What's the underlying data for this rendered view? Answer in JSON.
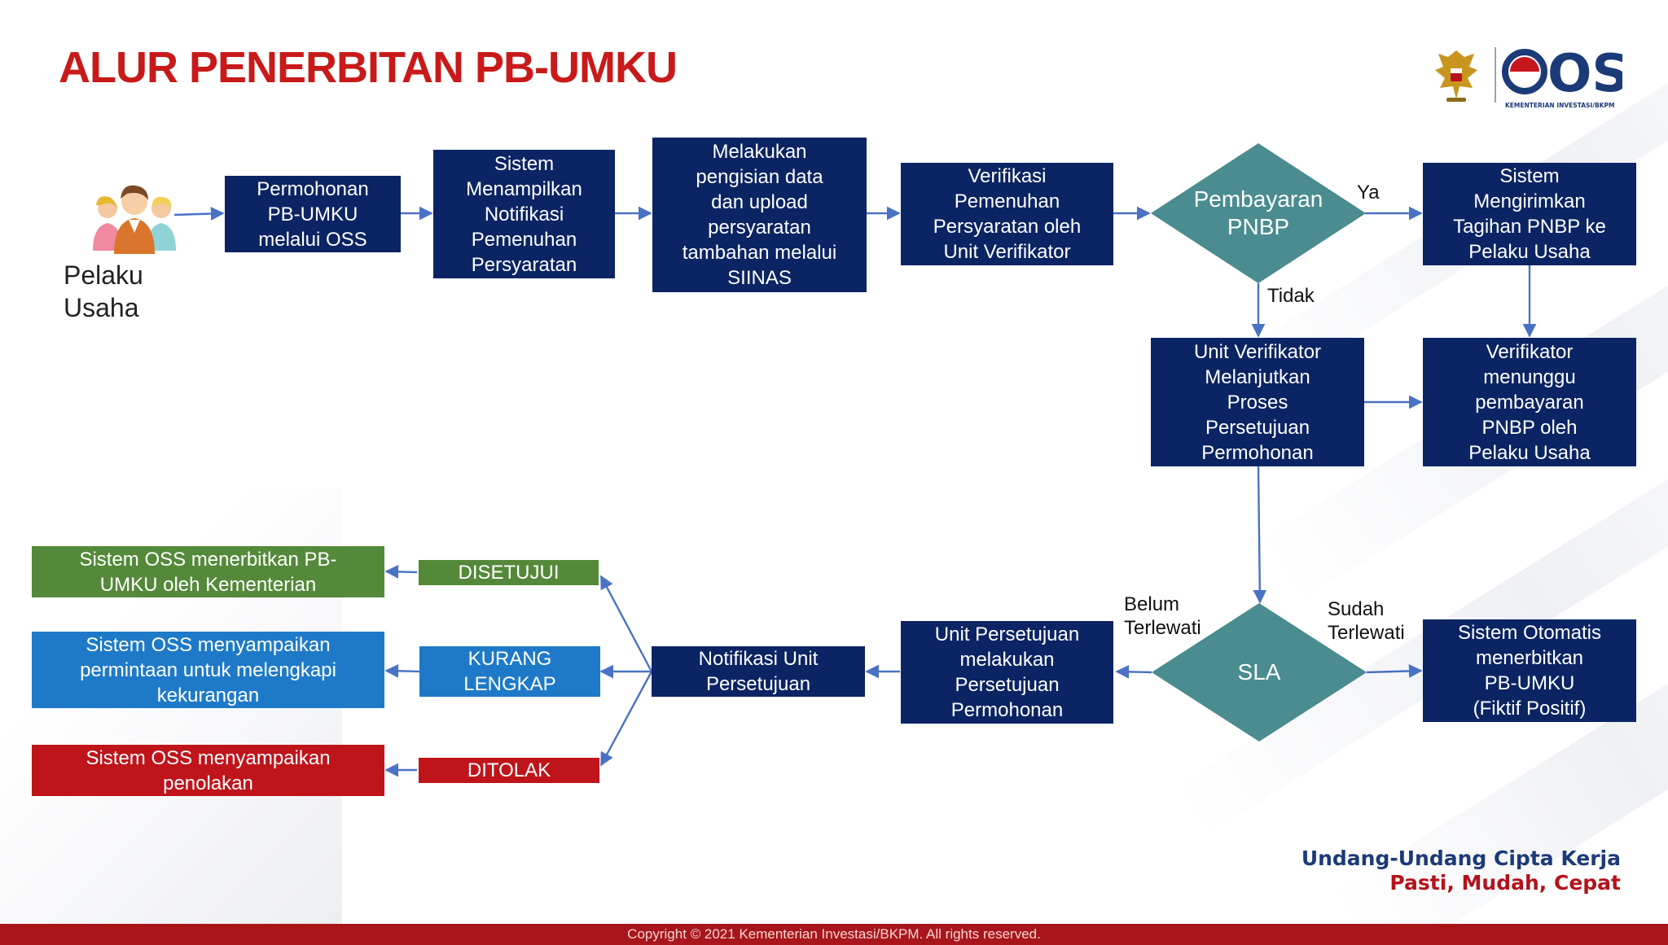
{
  "title": "ALUR PENERBITAN PB-UMKU",
  "logo": {
    "text": "OSS",
    "subtext": "KEMENTERIAN INVESTASI/BKPM"
  },
  "actor": {
    "label": "Pelaku\nUsaha",
    "icon": "people-group-icon"
  },
  "boxes": {
    "permohonan": "Permohonan\nPB-UMKU\nmelalui OSS",
    "notifikasi_sistem": "Sistem\nMenampilkan\nNotifikasi\nPemenuhan\nPersyaratan",
    "pengisian": "Melakukan\npengisian data\ndan upload\npersyaratan\ntambahan melalui\nSIINAS",
    "verifikasi": "Verifikasi\nPemenuhan\nPersyaratan oleh\nUnit Verifikator",
    "tagihan": "Sistem\nMengirimkan\nTagihan PNBP  ke\nPelaku  Usaha",
    "melanjutkan": "Unit Verifikator\nMelanjutkan\nProses\nPersetujuan\nPermohonan",
    "menunggu": "Verifikator\nmenunggu\npembayaran\nPNBP  oleh\nPelaku Usaha",
    "otomatis": "Sistem  Otomatis\nmenerbitkan\nPB-UMKU\n(Fiktif Positif)",
    "persetujuan": "Unit Persetujuan\nmelakukan\nPersetujuan\nPermohonan",
    "notif_unit": "Notifikasi  Unit\nPersetujuan",
    "disetujui": "DISETUJUI",
    "kurang": "KURANG\nLENGKAP",
    "ditolak": "DITOLAK",
    "terbit": "Sistem OSS menerbitkan  PB-\nUMKU oleh  Kementerian",
    "lengkapi": "Sistem OSS menyampaikan\npermintaan untuk  melengkapi\nkekurangan",
    "penolakan": "Sistem OSS menyampaikan\npenolakan"
  },
  "decisions": {
    "pnbp": "Pembayaran\nPNBP",
    "sla": "SLA"
  },
  "flow_labels": {
    "ya": "Ya",
    "tidak": "Tidak",
    "belum": "Belum\nTerlewati",
    "sudah": "Sudah\nTerlewati"
  },
  "tagline": {
    "line1": "Undang-Undang Cipta Kerja",
    "line2": "Pasti, Mudah, Cepat"
  },
  "footer": "Copyright © 2021 Kementerian Investasi/BKPM. All rights reserved.",
  "colors": {
    "title": "#c81a1a",
    "navy": "#0b2463",
    "teal": "#4a8c8f",
    "green": "#55893a",
    "blue": "#1e7ac8",
    "red": "#c0141b",
    "arrow": "#4a72c4"
  }
}
